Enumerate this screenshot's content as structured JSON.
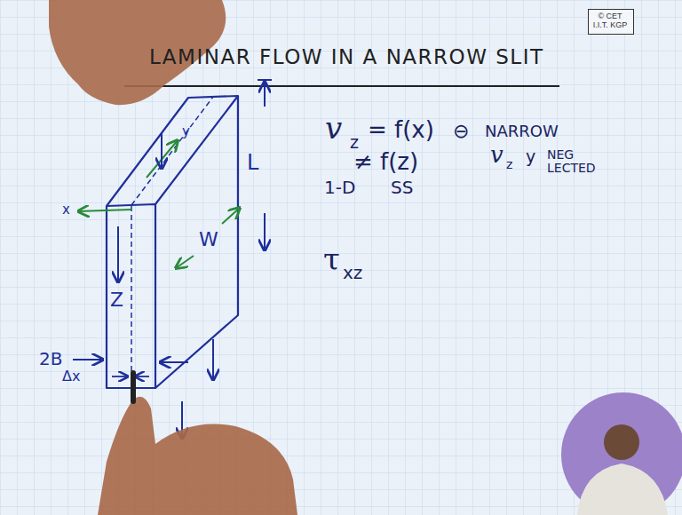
{
  "diagram": {
    "title": "LAMINAR FLOW IN A NARROW SLIT",
    "nodes": [
      {
        "text": [
          "© CET I.I.T. KGP"
        ]
      }
    ],
    "labels": [
      "L",
      "W",
      "2B",
      "Δx",
      "Z",
      "x",
      "y",
      "v",
      "z",
      "= f(x)",
      "⊖",
      "NARROW",
      "v",
      "z",
      "y",
      "NEG LECTED",
      "≠ f(z)",
      "1-D",
      "SS",
      "τ",
      "xz"
    ]
  }
}
